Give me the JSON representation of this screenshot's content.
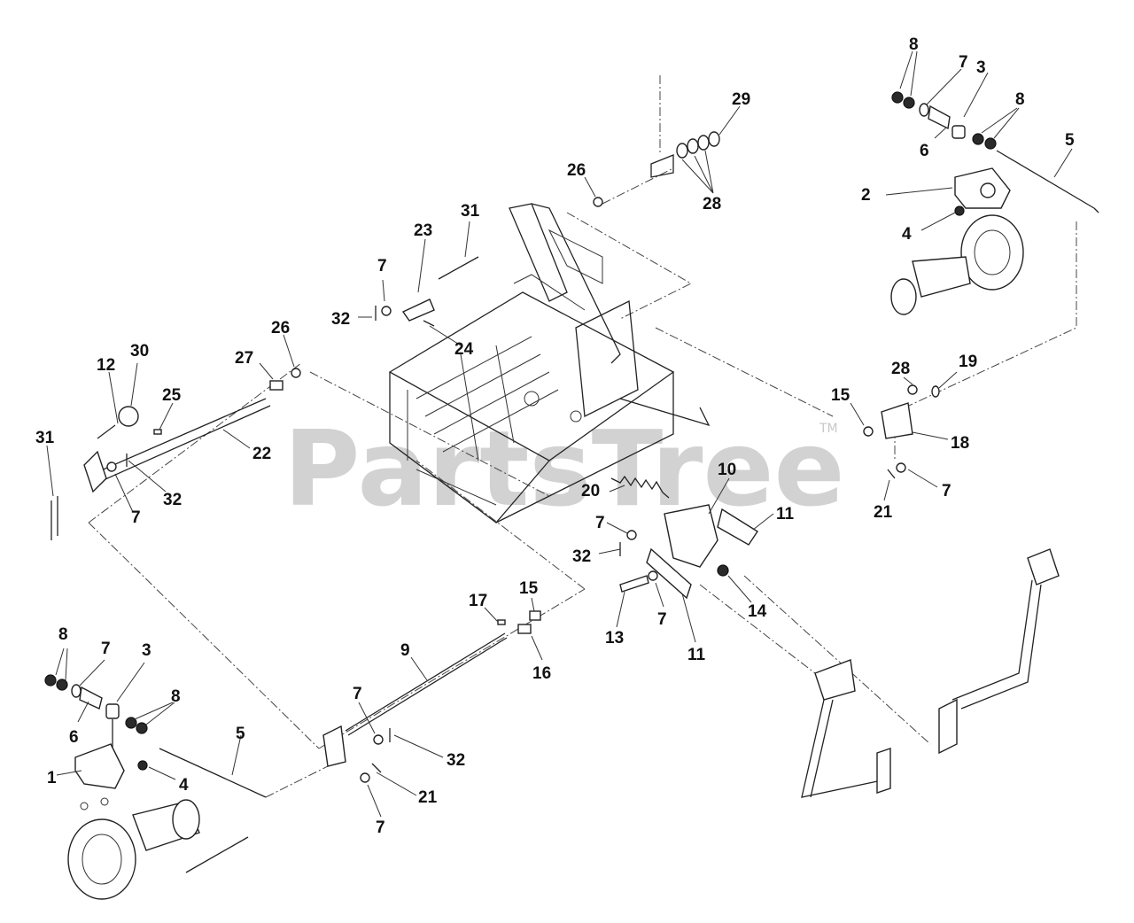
{
  "watermark": {
    "text": "PartsTree",
    "tm": "TM"
  },
  "callouts": [
    {
      "id": "c8a",
      "text": "8"
    },
    {
      "id": "c7a",
      "text": "7"
    },
    {
      "id": "c3a",
      "text": "3"
    },
    {
      "id": "c8b",
      "text": "8"
    },
    {
      "id": "c6a",
      "text": "6"
    },
    {
      "id": "c5a",
      "text": "5"
    },
    {
      "id": "c2",
      "text": "2"
    },
    {
      "id": "c4a",
      "text": "4"
    },
    {
      "id": "c29",
      "text": "29"
    },
    {
      "id": "c26a",
      "text": "26"
    },
    {
      "id": "c28a",
      "text": "28"
    },
    {
      "id": "c31a",
      "text": "31"
    },
    {
      "id": "c23",
      "text": "23"
    },
    {
      "id": "c7b",
      "text": "7"
    },
    {
      "id": "c32a",
      "text": "32"
    },
    {
      "id": "c24",
      "text": "24"
    },
    {
      "id": "c30",
      "text": "30"
    },
    {
      "id": "c12",
      "text": "12"
    },
    {
      "id": "c25",
      "text": "25"
    },
    {
      "id": "c27",
      "text": "27"
    },
    {
      "id": "c26b",
      "text": "26"
    },
    {
      "id": "c31b",
      "text": "31"
    },
    {
      "id": "c22",
      "text": "22"
    },
    {
      "id": "c7c",
      "text": "7"
    },
    {
      "id": "c32b",
      "text": "32"
    },
    {
      "id": "c28b",
      "text": "28"
    },
    {
      "id": "c19",
      "text": "19"
    },
    {
      "id": "c15a",
      "text": "15"
    },
    {
      "id": "c18",
      "text": "18"
    },
    {
      "id": "c7d",
      "text": "7"
    },
    {
      "id": "c21a",
      "text": "21"
    },
    {
      "id": "c10",
      "text": "10"
    },
    {
      "id": "c20",
      "text": "20"
    },
    {
      "id": "c11a",
      "text": "11"
    },
    {
      "id": "c7e",
      "text": "7"
    },
    {
      "id": "c32c",
      "text": "32"
    },
    {
      "id": "c14",
      "text": "14"
    },
    {
      "id": "c13",
      "text": "13"
    },
    {
      "id": "c7f",
      "text": "7"
    },
    {
      "id": "c11b",
      "text": "11"
    },
    {
      "id": "c17",
      "text": "17"
    },
    {
      "id": "c15b",
      "text": "15"
    },
    {
      "id": "c16",
      "text": "16"
    },
    {
      "id": "c9",
      "text": "9"
    },
    {
      "id": "c8c",
      "text": "8"
    },
    {
      "id": "c7g",
      "text": "7"
    },
    {
      "id": "c3b",
      "text": "3"
    },
    {
      "id": "c8d",
      "text": "8"
    },
    {
      "id": "c6b",
      "text": "6"
    },
    {
      "id": "c1",
      "text": "1"
    },
    {
      "id": "c4b",
      "text": "4"
    },
    {
      "id": "c5b",
      "text": "5"
    },
    {
      "id": "c7h",
      "text": "7"
    },
    {
      "id": "c32d",
      "text": "32"
    },
    {
      "id": "c21b",
      "text": "21"
    },
    {
      "id": "c7i",
      "text": "7"
    }
  ]
}
